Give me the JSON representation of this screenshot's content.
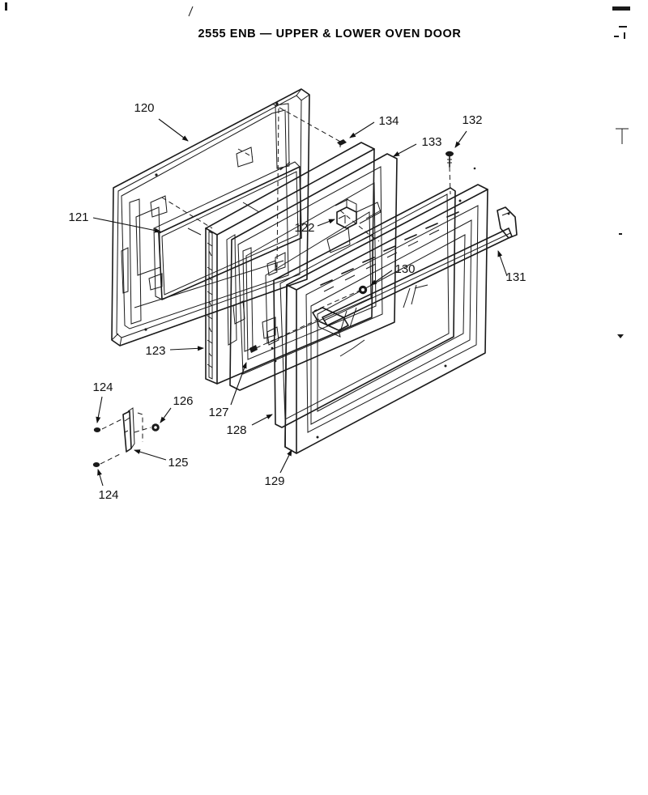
{
  "title": "2555 ENB — UPPER & LOWER OVEN DOOR",
  "callouts": {
    "c120": "120",
    "c121": "121",
    "c122": "122",
    "c123": "123",
    "c124a": "124",
    "c124b": "124",
    "c125": "125",
    "c126": "126",
    "c127": "127",
    "c128": "128",
    "c129": "129",
    "c130": "130",
    "c131": "131",
    "c132": "132",
    "c133": "133",
    "c134": "134"
  }
}
